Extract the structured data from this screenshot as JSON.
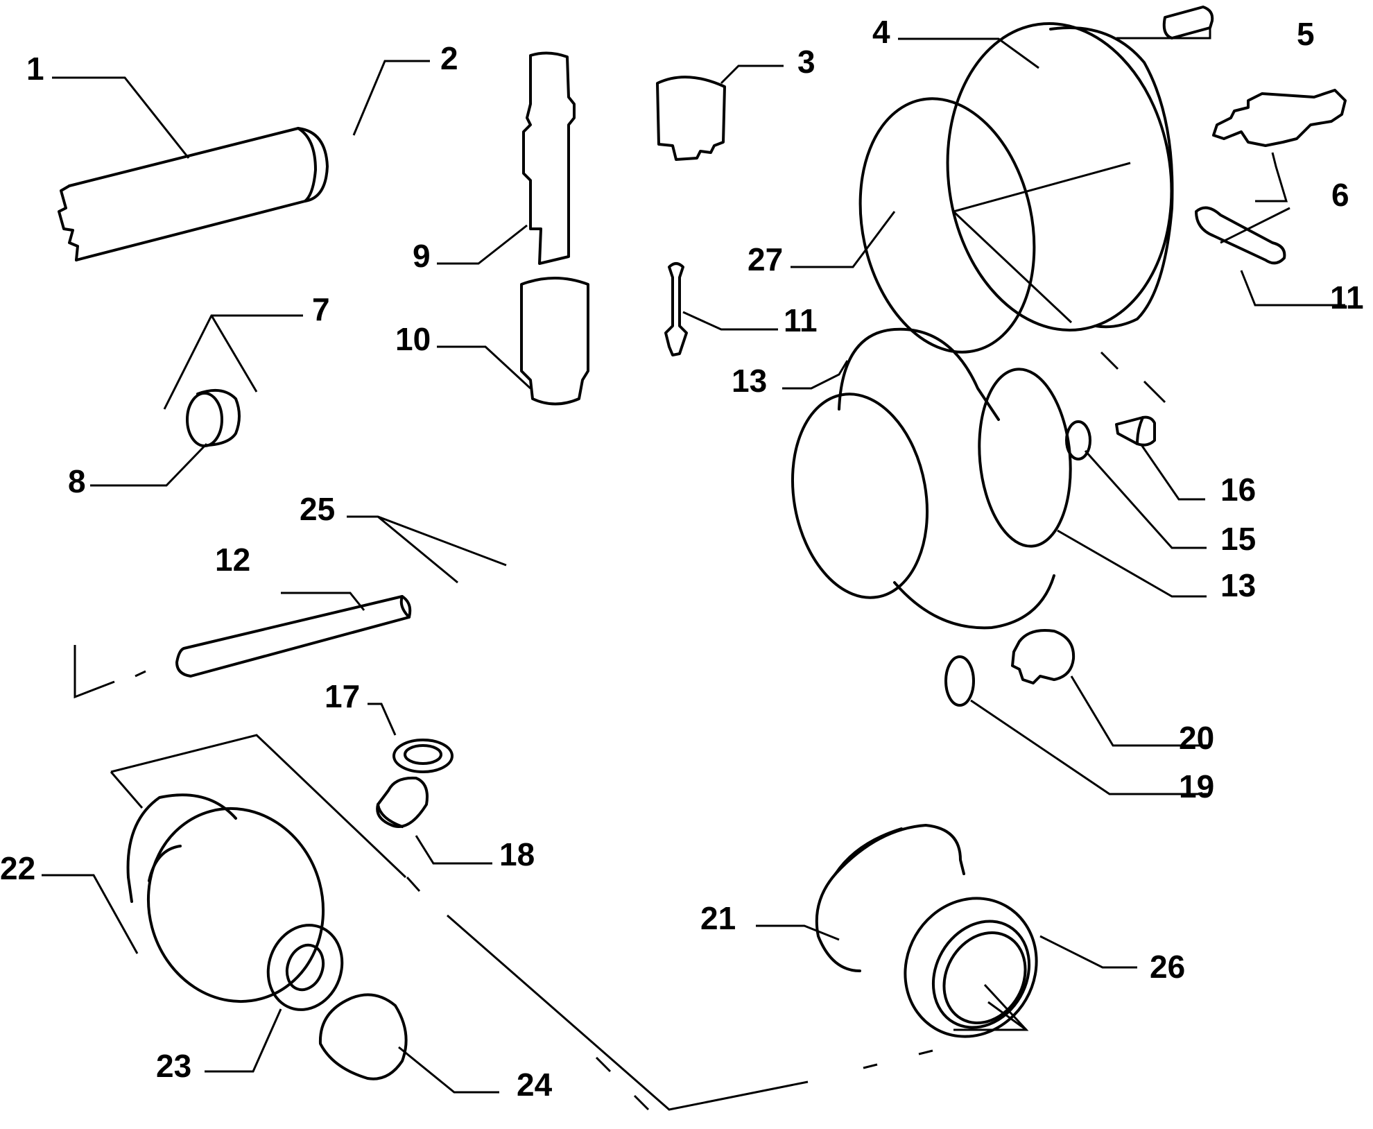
{
  "diagram": {
    "labels": {
      "l1": "1",
      "l2": "2",
      "l3": "3",
      "l4": "4",
      "l5": "5",
      "l6": "6",
      "l7": "7",
      "l8": "8",
      "l9": "9",
      "l10": "10",
      "l11a": "11",
      "l11b": "11",
      "l12": "12",
      "l13a": "13",
      "l13b": "13",
      "l15": "15",
      "l16": "16",
      "l17": "17",
      "l18": "18",
      "l19": "19",
      "l20": "20",
      "l21": "21",
      "l22": "22",
      "l23": "23",
      "l24": "24",
      "l25": "25",
      "l26": "26",
      "l27": "27"
    }
  }
}
